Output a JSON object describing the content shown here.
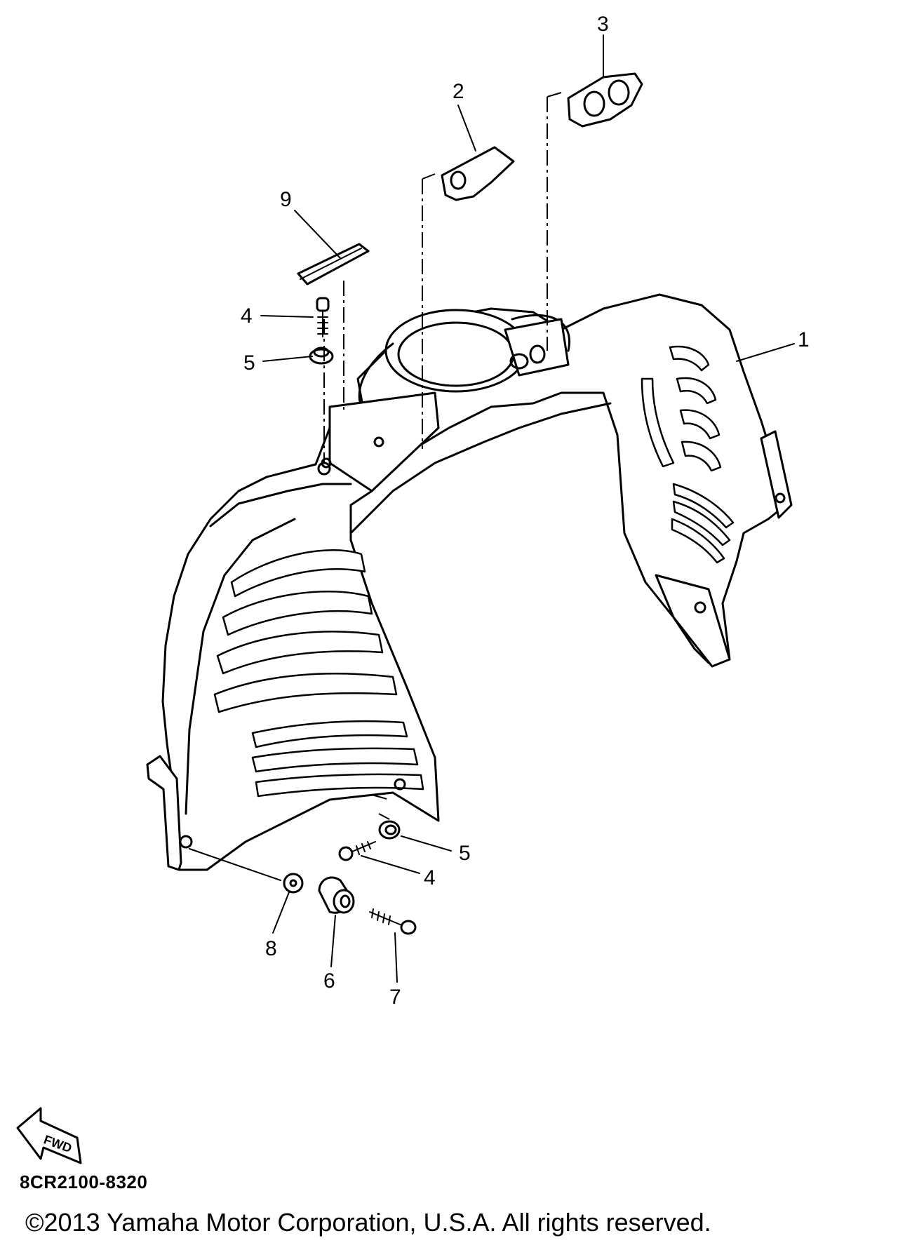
{
  "callouts": {
    "c1": "1",
    "c2": "2",
    "c3": "3",
    "c4a": "4",
    "c4b": "4",
    "c5a": "5",
    "c5b": "5",
    "c6": "6",
    "c7": "7",
    "c8": "8",
    "c9": "9"
  },
  "fwd_label": "FWD",
  "part_code": "8CR2100-8320",
  "copyright": "©2013 Yamaha Motor Corporation, U.S.A. All rights reserved."
}
